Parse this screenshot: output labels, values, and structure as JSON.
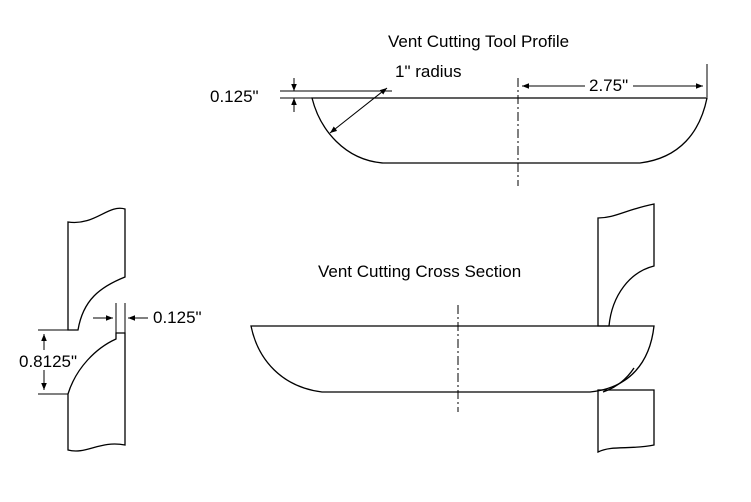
{
  "title_tool_profile": "Vent Cutting Tool Profile",
  "title_cross_section": "Vent Cutting Cross Section",
  "dimensions": {
    "depth_top": "0.125\"",
    "radius": "1\" radius",
    "half_width": "2.75\"",
    "gap_width": "0.125\"",
    "gap_height": "0.8125\""
  },
  "colors": {
    "line": "#000000",
    "background": "#ffffff"
  }
}
